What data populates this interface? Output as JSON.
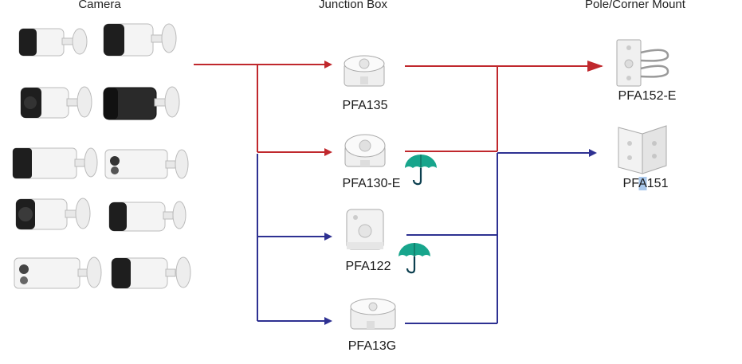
{
  "headers": {
    "camera": "Camera",
    "junction_box": "Junction Box",
    "mount": "Pole/Corner Mount"
  },
  "junction_boxes": [
    {
      "label": "PFA135",
      "waterproof": false
    },
    {
      "label": "PFA130-E",
      "waterproof": true
    },
    {
      "label": "PFA122",
      "waterproof": true
    },
    {
      "label": "PFA13G",
      "waterproof": false
    }
  ],
  "mounts": [
    {
      "label_pre": "PFA152-E",
      "label_hl": "",
      "label_post": ""
    },
    {
      "label_pre": "PF",
      "label_hl": "A",
      "label_post": "151"
    }
  ],
  "colors": {
    "red_line": "#c0282d",
    "blue_line": "#2e3192",
    "umbrella": "#17a58c"
  },
  "icons": {
    "camera": "bullet-camera-icon",
    "waterproof": "umbrella-icon"
  }
}
